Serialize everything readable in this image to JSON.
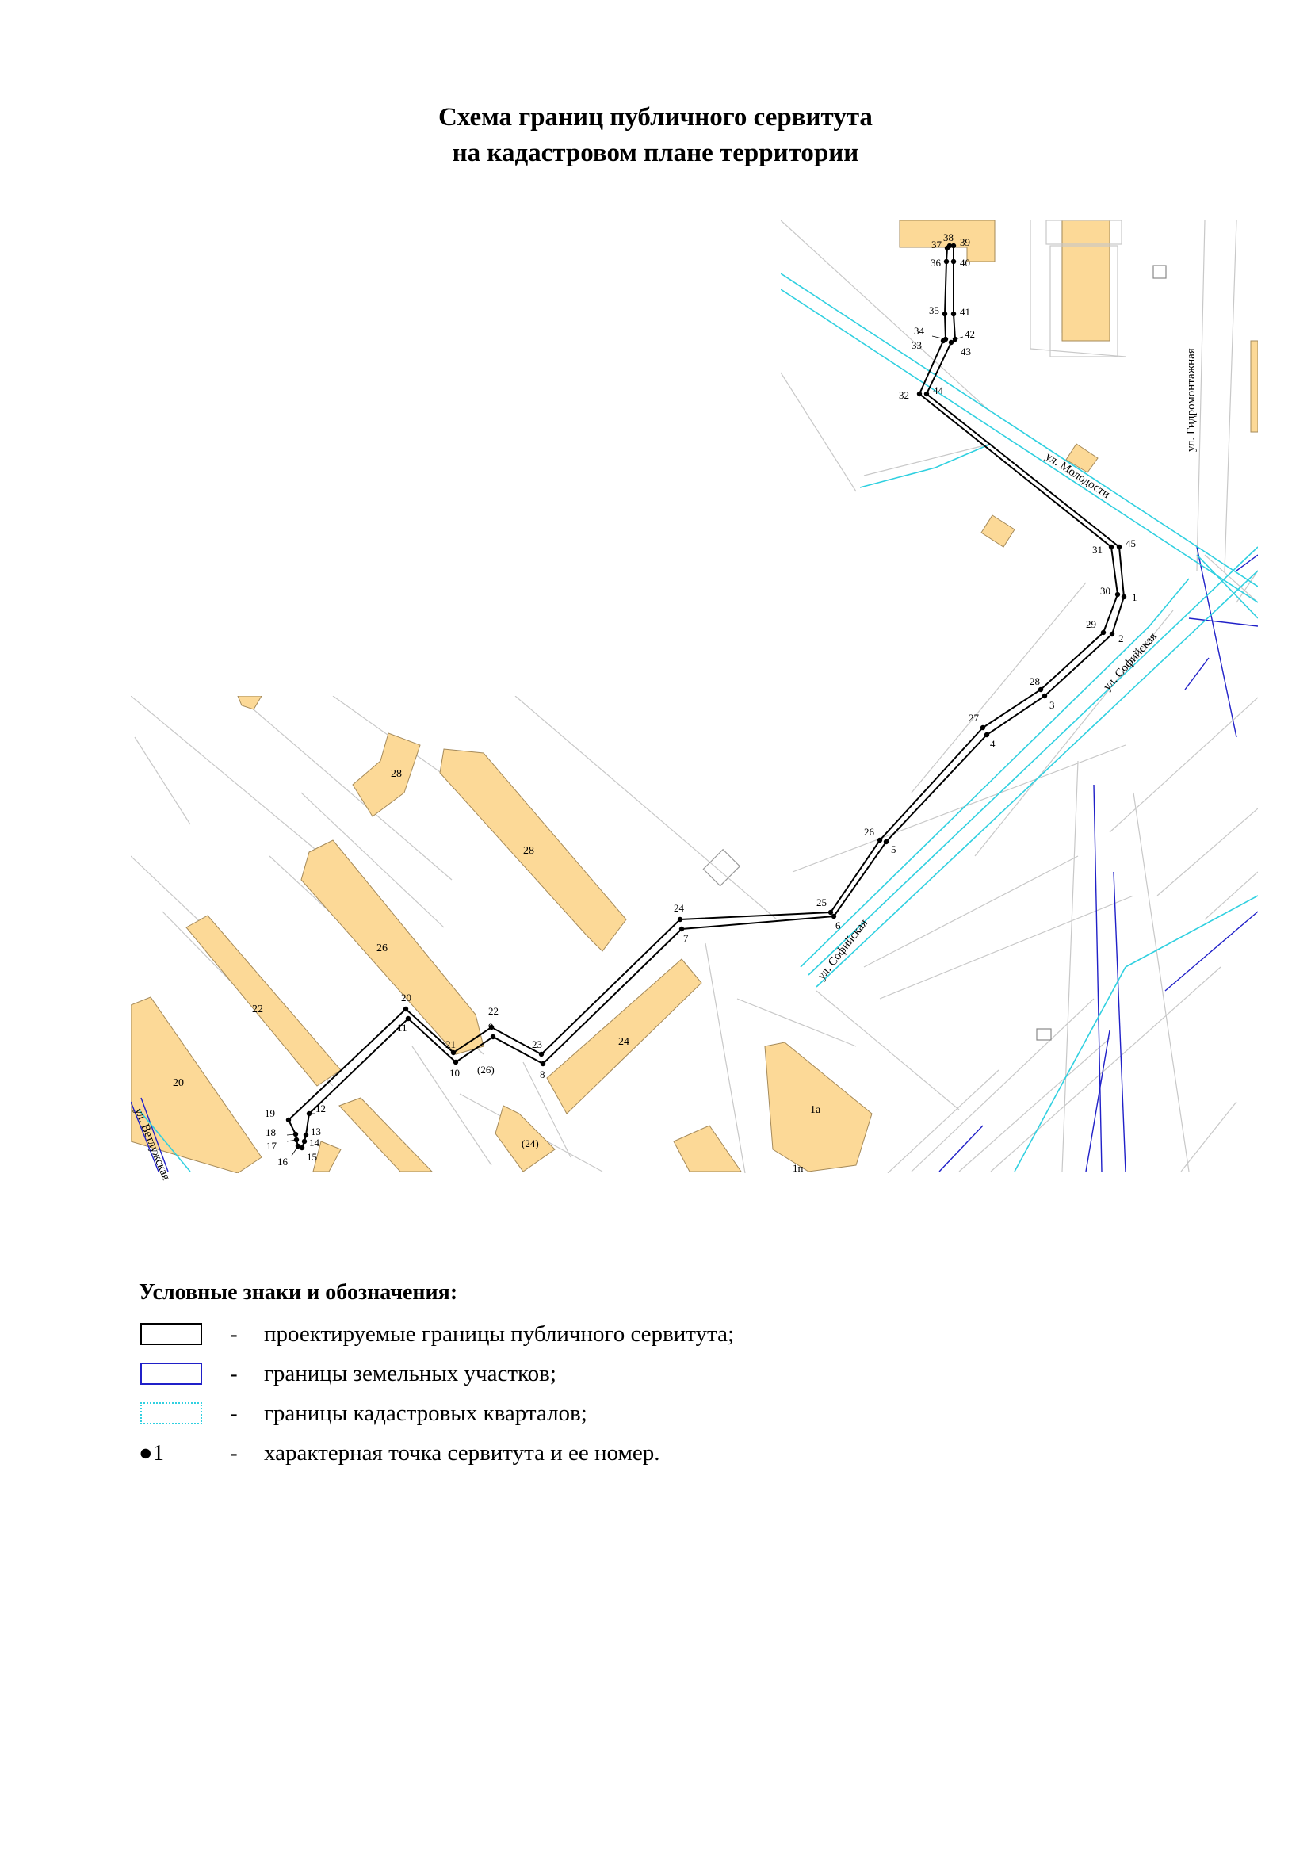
{
  "title_line1": "Схема границ публичного сервитута",
  "title_line2": "на кадастровом плане территории",
  "map": {
    "colors": {
      "building_fill": "#fcd997",
      "building_stroke": "#a58a5a",
      "road_line": "#c8c8c8",
      "parcel_line": "#2020c8",
      "quarter_line": "#30d0e0",
      "servitude_line": "#000000"
    },
    "streets": [
      "ул. Молодости",
      "ул. Гидромонтажная",
      "ул. Софийская",
      "ул. Софийская",
      "ул. Ветлужская"
    ],
    "building_labels": [
      "28",
      "28",
      "26",
      "22",
      "20",
      "24",
      "(26)",
      "(24)",
      "1а",
      "1п"
    ],
    "points": [
      {
        "n": "1"
      },
      {
        "n": "2"
      },
      {
        "n": "3"
      },
      {
        "n": "4"
      },
      {
        "n": "5"
      },
      {
        "n": "6"
      },
      {
        "n": "7"
      },
      {
        "n": "8"
      },
      {
        "n": "9"
      },
      {
        "n": "10"
      },
      {
        "n": "11"
      },
      {
        "n": "12"
      },
      {
        "n": "13"
      },
      {
        "n": "14"
      },
      {
        "n": "15"
      },
      {
        "n": "16"
      },
      {
        "n": "17"
      },
      {
        "n": "18"
      },
      {
        "n": "19"
      },
      {
        "n": "20"
      },
      {
        "n": "21"
      },
      {
        "n": "22"
      },
      {
        "n": "23"
      },
      {
        "n": "24"
      },
      {
        "n": "25"
      },
      {
        "n": "26"
      },
      {
        "n": "27"
      },
      {
        "n": "28"
      },
      {
        "n": "29"
      },
      {
        "n": "30"
      },
      {
        "n": "31"
      },
      {
        "n": "32"
      },
      {
        "n": "33"
      },
      {
        "n": "34"
      },
      {
        "n": "35"
      },
      {
        "n": "36"
      },
      {
        "n": "37"
      },
      {
        "n": "38"
      },
      {
        "n": "39"
      },
      {
        "n": "40"
      },
      {
        "n": "41"
      },
      {
        "n": "42"
      },
      {
        "n": "43"
      },
      {
        "n": "44"
      },
      {
        "n": "45"
      }
    ]
  },
  "legend": {
    "heading": "Условные знаки и обозначения:",
    "dash": "-",
    "items": [
      {
        "text": "проектируемые границы публичного сервитута;",
        "color": "#000000"
      },
      {
        "text": "границы земельных участков;",
        "color": "#2020c8"
      },
      {
        "text": "границы кадастровых кварталов;",
        "color": "#30d0e0"
      },
      {
        "symbol": "●1",
        "text": "характерная точка сервитута и ее номер."
      }
    ]
  }
}
